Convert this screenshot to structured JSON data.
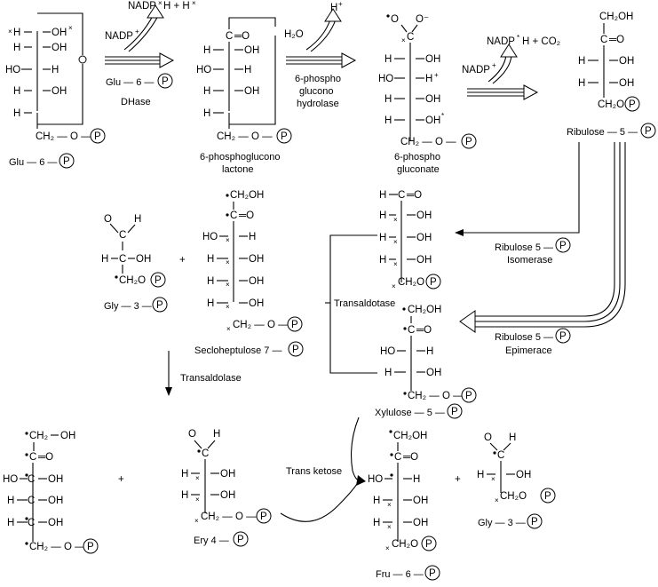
{
  "labels": {
    "glu6p": "Glu — 6 —",
    "glu6p_dh_1": "Glu — 6 —",
    "glu6p_dh_2": "DHase",
    "lactone_1": "6-phosphoglucono",
    "lactone_2": "lactone",
    "hydrolase_1": "6-phospho",
    "hydrolase_2": "glucono",
    "hydrolase_3": "hydrolase",
    "gluconate_1": "6-phospho",
    "gluconate_2": "gluconate",
    "ribulose5p": "Ribulose — 5 —",
    "isomerase_1": "Ribulose 5 —",
    "isomerase_2": "Isomerase",
    "epimerace_1": "Ribulose 5 —",
    "epimerace_2": "Epimerace",
    "gly3p_a": "Gly — 3 —",
    "secloheptulose": "Secloheptulose  7 —",
    "transaldolase": "Transaldolase",
    "transaldotase": "Transaldotase",
    "xylulose": "Xylulose — 5 —",
    "ery4p": "Ery 4 —",
    "transketose": "Trans ketose",
    "fru6p": "Fru — 6 —",
    "gly3p_b": "Gly — 3 —",
    "plus": "+",
    "p": "P"
  },
  "cofactors": {
    "nadph_top": "NADP",
    "h_plus_h": "H + H",
    "nadp_plus_1": "NADP",
    "h2o": "H₂O",
    "h_plus": "H",
    "nadph_2": "NADP",
    "h_co2": "H + CO₂",
    "nadp_plus_2": "NADP",
    "sup_plus": "+",
    "sup_x": "×",
    "sup_star": "*"
  },
  "atoms": {
    "h": "H",
    "ho": "HO",
    "oh": "OH",
    "o": "O",
    "c": "C",
    "ch2oh": "CH₂OH",
    "ch2o": "CH₂O",
    "ch2": "CH₂",
    "ch2_o": "CH₂ — O —",
    "o_minus": "O⁻",
    "eq_o": "═O",
    "x": "×"
  }
}
